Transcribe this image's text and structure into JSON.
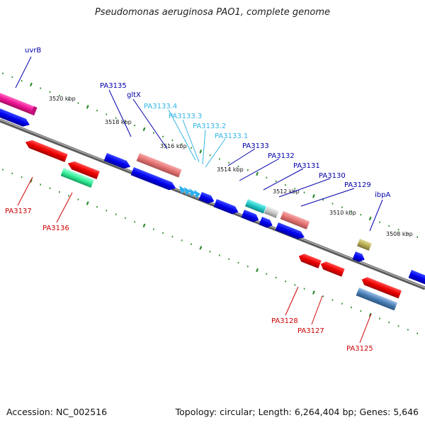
{
  "title": "Pseudomonas aeruginosa PAO1, complete genome",
  "footer": {
    "accession": "Accession: NC_002516",
    "topology": "Topology: circular; Length: 6,264,404 bp; Genes: 5,646"
  },
  "colors": {
    "backbone": "#808080",
    "dots": "#2e8b2e",
    "label_forward": "#0000aa",
    "label_rna": "#33b5e5",
    "label_reverse": "#cc0000"
  },
  "position_ticks": [
    "3520 kbp",
    "3518 kbp",
    "3516 kbp",
    "3514 kbp",
    "3512 kbp",
    "3510 kbp",
    "3508 kbp"
  ],
  "gene_labels": [
    {
      "text": "uvrB",
      "strand": "forward"
    },
    {
      "text": "PA3135",
      "strand": "forward"
    },
    {
      "text": "gltX",
      "strand": "forward"
    },
    {
      "text": "PA3133.4",
      "strand": "rna"
    },
    {
      "text": "PA3133.3",
      "strand": "rna"
    },
    {
      "text": "PA3133.2",
      "strand": "rna"
    },
    {
      "text": "PA3133.1",
      "strand": "rna"
    },
    {
      "text": "PA3133",
      "strand": "forward"
    },
    {
      "text": "PA3132",
      "strand": "forward"
    },
    {
      "text": "PA3131",
      "strand": "forward"
    },
    {
      "text": "PA3130",
      "strand": "forward"
    },
    {
      "text": "PA3129",
      "strand": "forward"
    },
    {
      "text": "ibpA",
      "strand": "forward"
    },
    {
      "text": "PA3137",
      "strand": "reverse"
    },
    {
      "text": "PA3136",
      "strand": "reverse"
    },
    {
      "text": "PA3128",
      "strand": "reverse"
    },
    {
      "text": "PA3127",
      "strand": "reverse"
    },
    {
      "text": "PA3125",
      "strand": "reverse"
    }
  ]
}
